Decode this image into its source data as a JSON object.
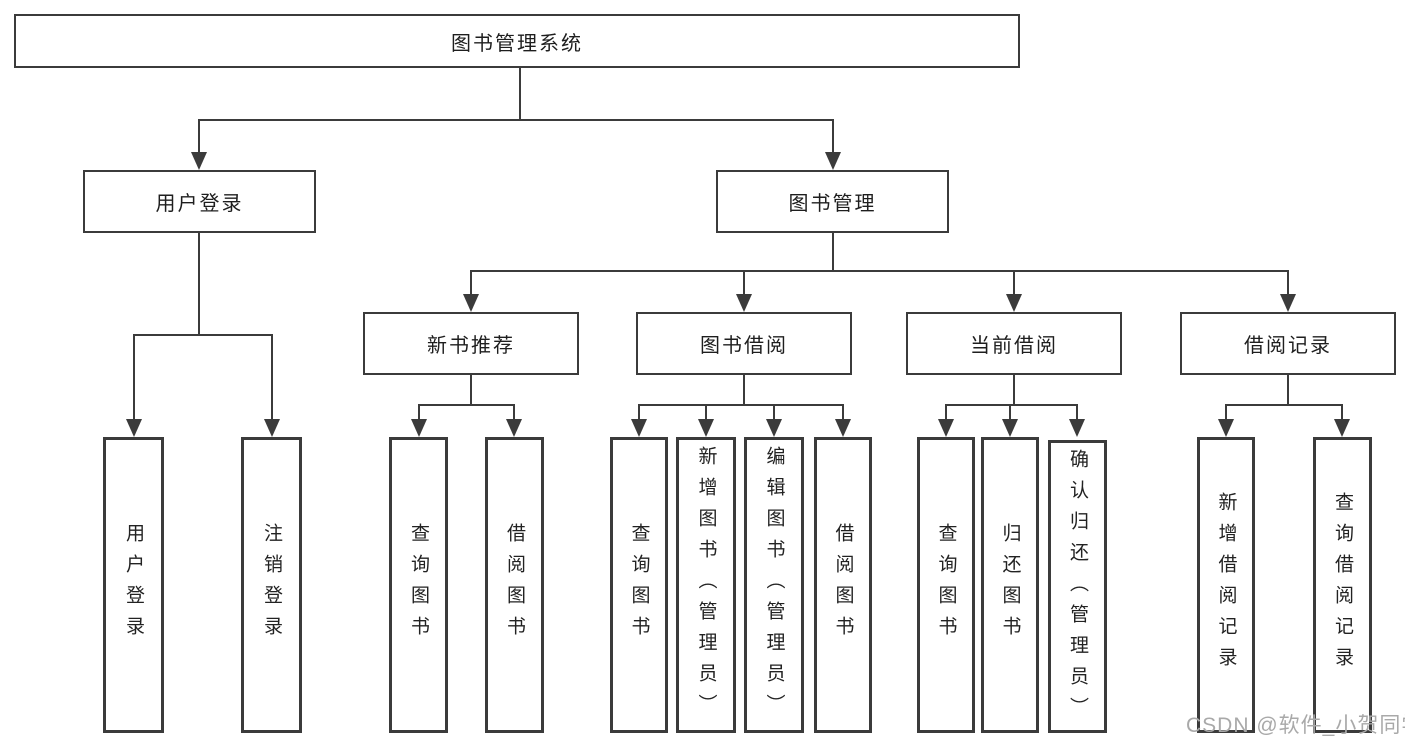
{
  "diagram": {
    "title": "图书管理系统",
    "watermark": "CSDN @软件_小贺同学",
    "colors": {
      "line": "#3b3b3b",
      "text": "#1e1e1e",
      "watermark": "#a9a9a9",
      "background": "#ffffff"
    },
    "root": {
      "label": "图书管理系统"
    },
    "branches": [
      {
        "label": "用户登录",
        "children": [
          {
            "label": "用户登录"
          },
          {
            "label": "注销登录"
          }
        ]
      },
      {
        "label": "图书管理",
        "children": [
          {
            "label": "新书推荐",
            "children": [
              {
                "label": "查询图书"
              },
              {
                "label": "借阅图书"
              }
            ]
          },
          {
            "label": "图书借阅",
            "children": [
              {
                "label": "查询图书"
              },
              {
                "label": "新增图书（管理员）"
              },
              {
                "label": "编辑图书（管理员）"
              },
              {
                "label": "借阅图书"
              }
            ]
          },
          {
            "label": "当前借阅",
            "children": [
              {
                "label": "查询图书"
              },
              {
                "label": "归还图书"
              },
              {
                "label": "确认归还（管理员）"
              }
            ]
          },
          {
            "label": "借阅记录",
            "children": [
              {
                "label": "新增借阅记录"
              },
              {
                "label": "查询借阅记录"
              }
            ]
          }
        ]
      }
    ]
  }
}
